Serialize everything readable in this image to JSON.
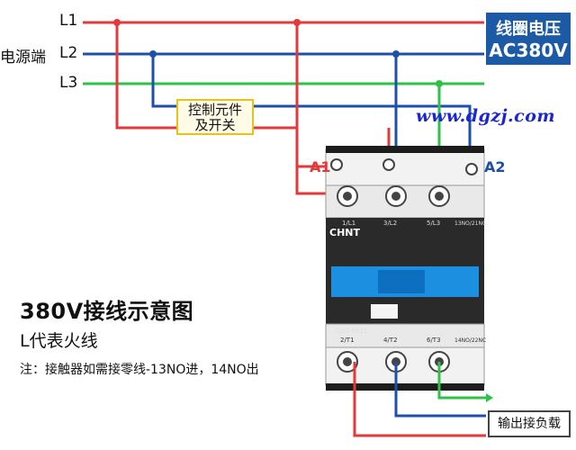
{
  "lines": {
    "l1": "L1",
    "l2": "L2",
    "l3": "L3",
    "source_label": "电源端"
  },
  "voltage": {
    "line1": "线圈电压",
    "line2": "AC380V"
  },
  "watermark": "www.dgzj.com",
  "control_box": {
    "line1": "控制元件",
    "line2": "及开关"
  },
  "coil_terminals": {
    "a1": "A1",
    "a2": "A2"
  },
  "contactor": {
    "brand": "CHNT",
    "model": "CJX2-6511",
    "top_terminals": [
      "1/L1",
      "3/L2",
      "5/L3",
      "13NO/21NC"
    ],
    "bottom_terminals": [
      "2/T1",
      "4/T2",
      "6/T3",
      "14NO/22NC"
    ]
  },
  "output_label": "输出接负载",
  "text": {
    "title": "380V接线示意图",
    "subtitle": "L代表火线",
    "note": "注：接触器如需接零线-13NO进，14NO出"
  },
  "colors": {
    "red": "#e23a3a",
    "blue": "#1f4fa8",
    "green": "#2fc14a",
    "accent_blue": "#1c5aa6"
  }
}
